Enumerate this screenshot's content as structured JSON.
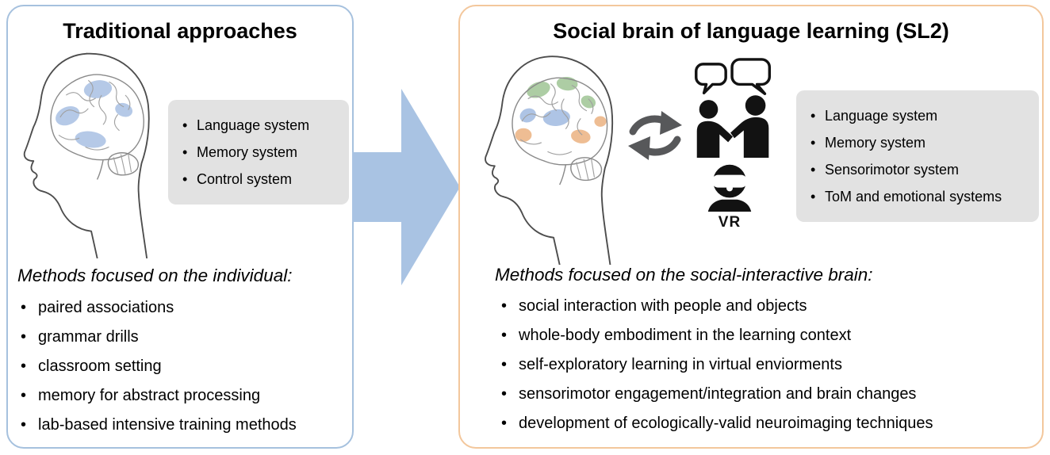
{
  "figure": {
    "left_panel": {
      "title": "Traditional approaches",
      "systems": [
        "Language system",
        "Memory system",
        "Control system"
      ],
      "methods_heading": "Methods focused on the individual:",
      "methods": [
        "paired associations",
        "grammar drills",
        "classroom setting",
        "memory for abstract processing",
        "lab-based intensive training methods"
      ]
    },
    "right_panel": {
      "title": "Social brain of language learning (SL2)",
      "systems": [
        "Language system",
        "Memory system",
        "Sensorimotor system",
        "ToM and emotional systems"
      ],
      "vr_label": "VR",
      "methods_heading": "Methods focused on the social-interactive brain:",
      "methods": [
        "social interaction with people and objects",
        "whole-body embodiment in the learning context",
        "self-exploratory learning in virtual enviorments",
        "sensorimotor engagement/integration and brain changes",
        "development of ecologically-valid neuroimaging techniques"
      ]
    }
  },
  "colors": {
    "left_border": "#a6c1de",
    "right_border": "#f3c79c",
    "arrow": "#a9c3e3",
    "box_bg": "#e2e2e2",
    "icon_dark": "#57585a",
    "blob_blue": "#6b93cf",
    "blob_green": "#69a45a",
    "blob_orange": "#e0863a"
  }
}
